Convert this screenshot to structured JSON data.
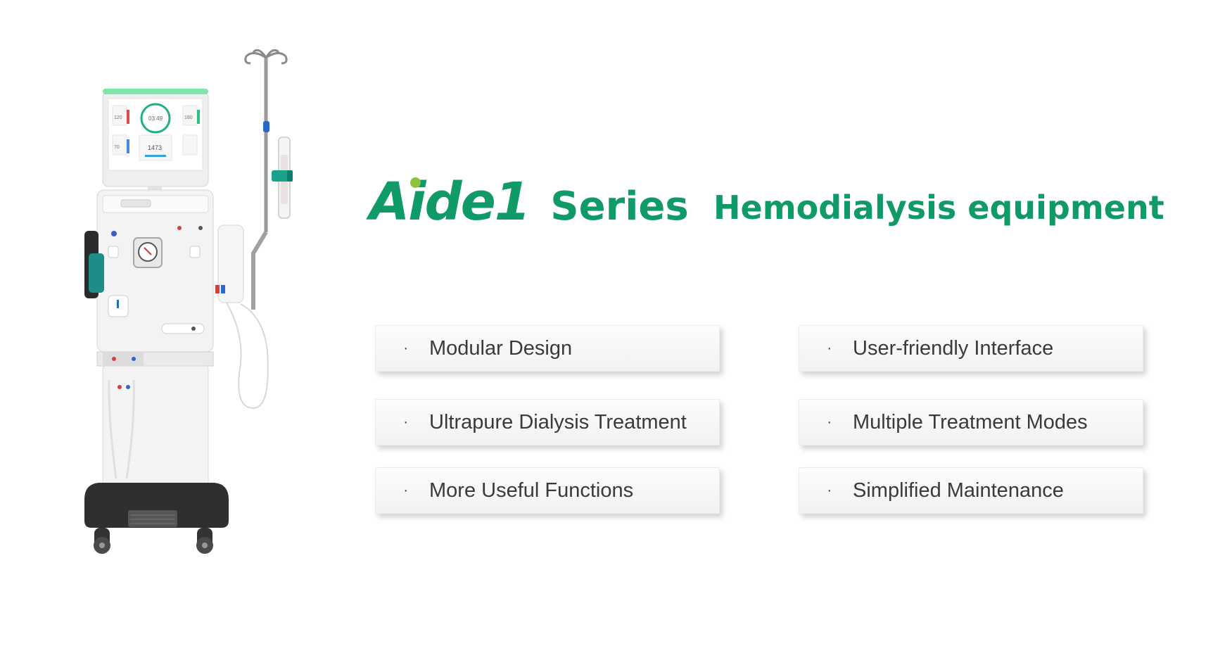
{
  "brand": {
    "logo_text": "Aide1",
    "series": "Series",
    "subtitle": "Hemodialysis equipment",
    "primary_color": "#0f9a68",
    "dot_color": "#8cc43f"
  },
  "screen": {
    "values": [
      "120",
      "03:49",
      "180",
      "70",
      "1473"
    ]
  },
  "bullet_symbol": "·",
  "features": [
    {
      "label": "Modular Design"
    },
    {
      "label": "User-friendly Interface"
    },
    {
      "label": "Ultrapure Dialysis Treatment"
    },
    {
      "label": "Multiple Treatment Modes"
    },
    {
      "label": "More Useful Functions"
    },
    {
      "label": "Simplified Maintenance"
    }
  ]
}
